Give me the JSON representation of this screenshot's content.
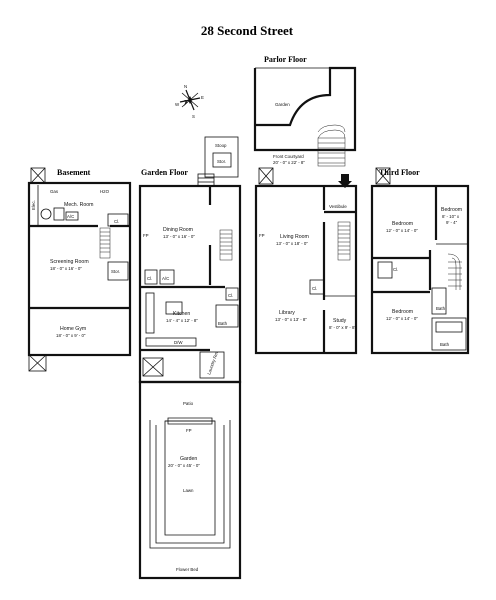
{
  "title": "28 Second Street",
  "compass": {
    "n": "N",
    "e": "E",
    "s": "S",
    "w": "W"
  },
  "floors": {
    "basement": {
      "heading": "Basement",
      "rooms": {
        "elec": "Elec.",
        "gas": "Gas",
        "h2o": "H2O",
        "mech": "Mech. Room",
        "ac": "A/C",
        "cl": "Cl.",
        "screening_name": "Screening Room",
        "screening_dim": "18' - 0\" x 16' - 0\"",
        "stor": "Stor.",
        "gym_name": "Home Gym",
        "gym_dim": "18' - 0\" x 9' - 0\""
      }
    },
    "garden": {
      "heading": "Garden Floor",
      "rooms": {
        "stoop": "Stoop",
        "stor": "Stor.",
        "fp": "FP",
        "dining_name": "Dining Room",
        "dining_dim": "13' - 0\" x 16' - 0\"",
        "cl": "Cl.",
        "ac": "A/C",
        "cl2": "Cl.",
        "kitchen_name": "Kitchen",
        "kitchen_dim": "14' - 4\" x 12' - 8\"",
        "bath": "Bath",
        "dw": "D/W",
        "laundry": "Laundry Rm",
        "patio": "Patio",
        "fp2": "FP",
        "garden_name": "Garden",
        "garden_dim": "20' - 0\" x 45' - 0\"",
        "lawn": "Lawn",
        "flower_bed": "Flower Bed"
      }
    },
    "parlor": {
      "heading": "Parlor Floor",
      "rooms": {
        "garden_label": "Garden",
        "courtyard_name": "Front Courtyard",
        "courtyard_dim": "20' - 0\" x 22' - 8\"",
        "vestibule": "Vestibule",
        "fp": "FP",
        "living_name": "Living Room",
        "living_dim": "13' - 0\" x 18' - 0\"",
        "cl": "Cl.",
        "library_name": "Library",
        "library_dim": "13' - 0\" x 13' - 8\"",
        "study_name": "Study",
        "study_dim": "8' - 0\" x 9' - 8\""
      }
    },
    "third": {
      "heading": "Third Floor",
      "rooms": {
        "bed1_name": "Bedroom",
        "bed1_dim": "12' - 0\" x 14' - 0\"",
        "bed2_name": "Bedroom",
        "bed2_dim_1": "8' - 10\" x",
        "bed2_dim_2": "9' - 4\"",
        "cl": "Cl.",
        "bath1": "Bath",
        "bed3_name": "Bedroom",
        "bed3_dim": "12' - 0\" x 14' - 0\"",
        "bath2": "Bath"
      }
    }
  }
}
